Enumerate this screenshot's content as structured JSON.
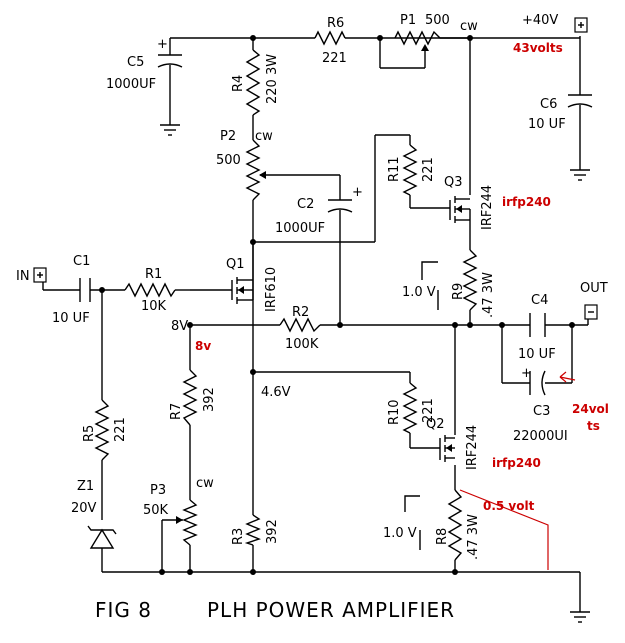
{
  "title": {
    "fig": "FIG 8",
    "name": "PLH POWER AMPLIFIER"
  },
  "rails": {
    "supply": "+40V",
    "cw_top": "cw",
    "in": "IN",
    "out": "OUT"
  },
  "components": {
    "r6": {
      "ref": "R6",
      "value": "221"
    },
    "p1": {
      "ref": "P1",
      "value": "500"
    },
    "c5": {
      "ref": "C5",
      "value": "1000UF"
    },
    "r4": {
      "ref": "R4",
      "value": "220 3W"
    },
    "c6": {
      "ref": "C6",
      "value": "10 UF"
    },
    "p2": {
      "ref": "P2",
      "value": "500",
      "wiper": "cw"
    },
    "r11": {
      "ref": "R11",
      "value": "221"
    },
    "q3": {
      "ref": "Q3",
      "part": "IRF244"
    },
    "c2": {
      "ref": "C2",
      "value": "1000UF"
    },
    "c1": {
      "ref": "C1",
      "value": "10 UF"
    },
    "r1": {
      "ref": "R1",
      "value": "10K"
    },
    "q1": {
      "ref": "Q1",
      "part": "IRF610"
    },
    "r9": {
      "ref": "R9",
      "value": ".47 3W",
      "drop": "1.0 V"
    },
    "c4": {
      "ref": "C4",
      "value": "10 UF"
    },
    "r2": {
      "ref": "R2",
      "value": "100K"
    },
    "c3": {
      "ref": "C3",
      "value": "22000UI"
    },
    "r7": {
      "ref": "R7",
      "value": "392"
    },
    "r5": {
      "ref": "R5",
      "value": "221"
    },
    "r10": {
      "ref": "R10",
      "value": "221"
    },
    "q2": {
      "ref": "Q2",
      "part": "IRF244"
    },
    "z1": {
      "ref": "Z1",
      "value": "20V"
    },
    "p3": {
      "ref": "P3",
      "value": "50K",
      "wiper": "cw"
    },
    "r3": {
      "ref": "R3",
      "value": "392"
    },
    "r8": {
      "ref": "R8",
      "value": ".47 3W",
      "drop": "1.0 V"
    }
  },
  "voltages": {
    "node_8v": "8V",
    "node_4v6": "4.6V"
  },
  "annotations": {
    "supply_measured": "43volts",
    "q3_sub": "irfp240",
    "q2_sub": "irfp240",
    "node_8v_red": "8v",
    "c3_volts_1": "24vol",
    "c3_volts_2": "ts",
    "r8_drop": "0.5 volt"
  }
}
